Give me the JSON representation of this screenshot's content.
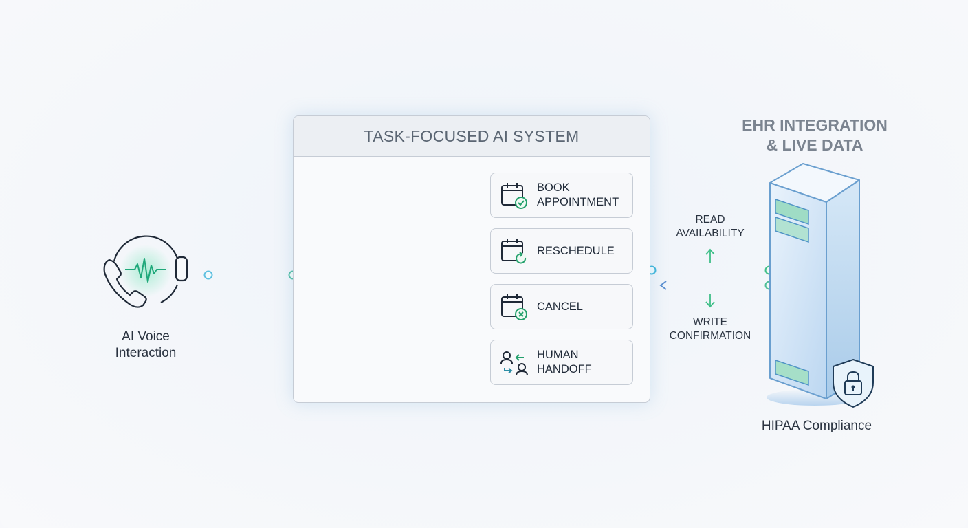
{
  "voice": {
    "label": "AI Voice Interaction",
    "icon": "headset-phone-icon"
  },
  "system": {
    "title": "TASK-FOCUSED AI SYSTEM",
    "tasks": [
      {
        "label": "BOOK\nAPPOINTMENT",
        "icon": "calendar-check-icon"
      },
      {
        "label": "RESCHEDULE",
        "icon": "calendar-refresh-icon"
      },
      {
        "label": "CANCEL",
        "icon": "calendar-cancel-icon"
      },
      {
        "label": "HUMAN\nHANDOFF",
        "icon": "user-transfer-icon"
      }
    ]
  },
  "ehr": {
    "title": "EHR INTEGRATION\n& LIVE DATA",
    "read_label": "READ\nAVAILABILITY",
    "write_label": "WRITE\nCONFIRMATION",
    "hipaa_label": "HIPAA Compliance"
  },
  "colors": {
    "accent_green": "#22b573",
    "accent_teal": "#2c8ea6",
    "accent_blue": "#5b9bd5",
    "border": "#c6ccd5",
    "text": "#2a3340"
  }
}
